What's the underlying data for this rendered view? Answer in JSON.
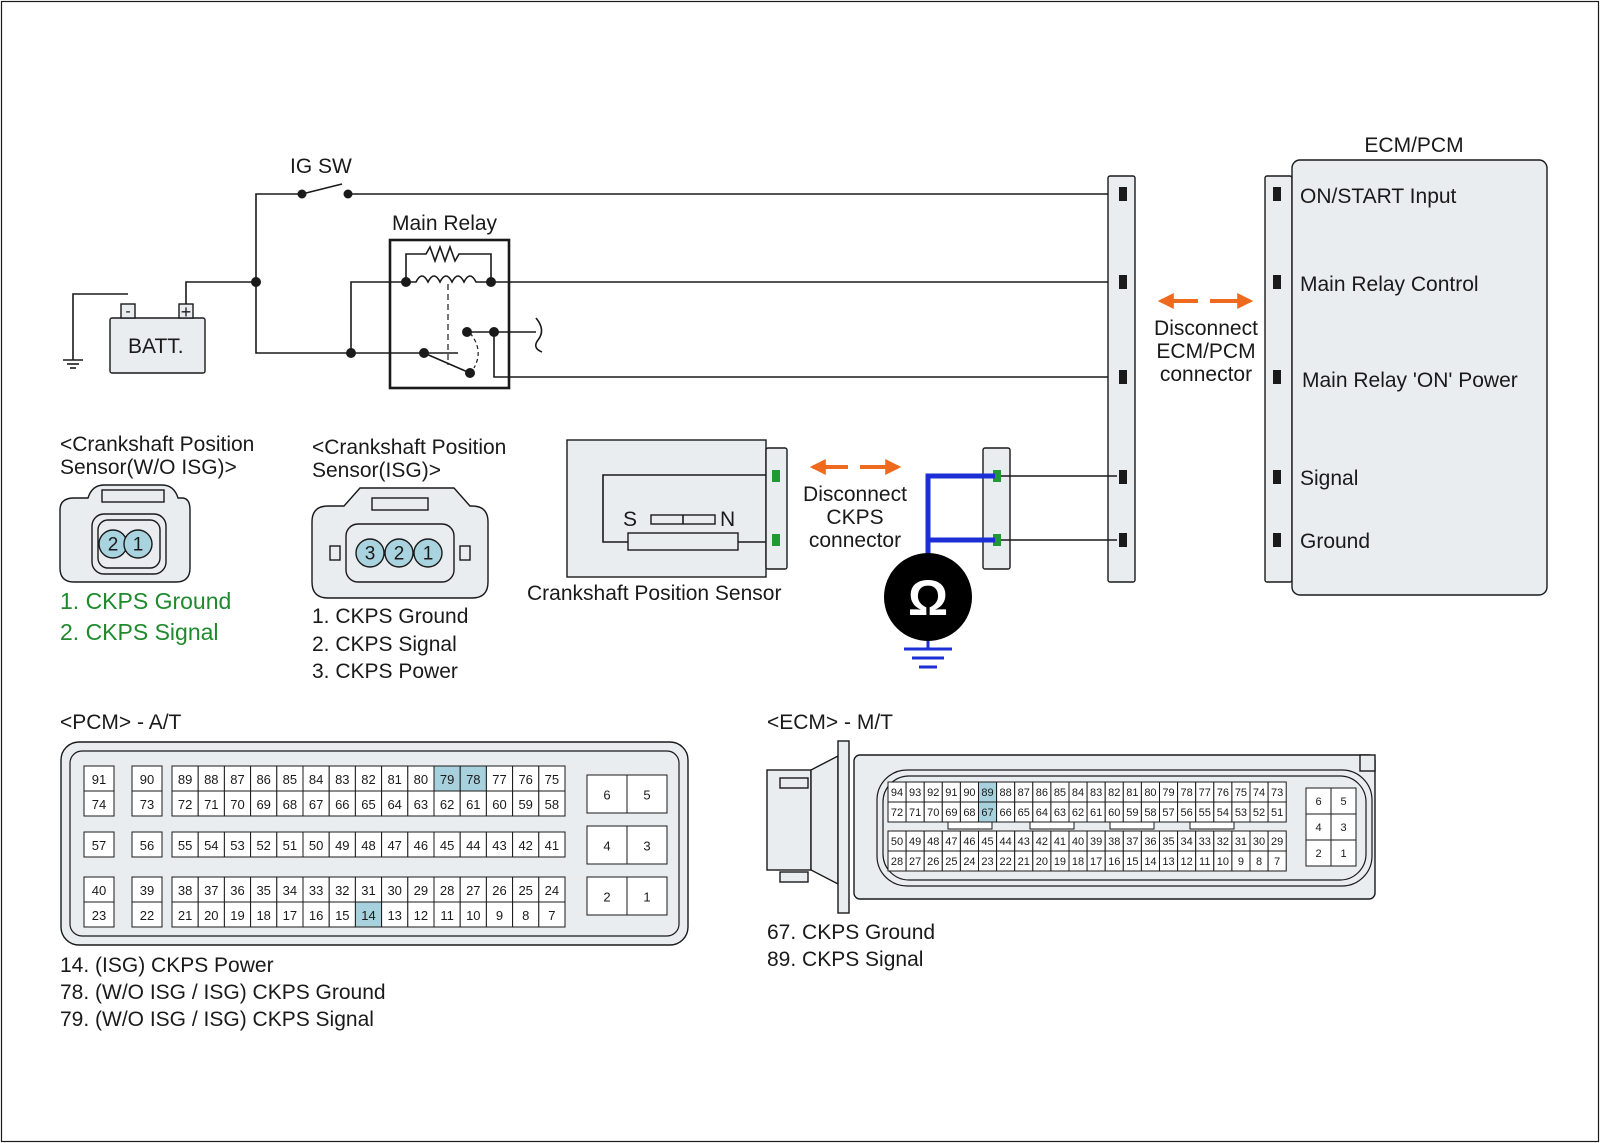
{
  "ig_sw": "IG SW",
  "main_relay": "Main Relay",
  "batt": "BATT.",
  "batt_minus": "-",
  "batt_plus": "+",
  "ecm_title": "ECM/PCM",
  "ecm_pins": [
    "ON/START Input",
    "Main Relay Control",
    "Main Relay 'ON' Power",
    "Signal",
    "Ground"
  ],
  "disconnect_ecm": [
    "Disconnect",
    "ECM/PCM",
    "connector"
  ],
  "disconnect_ckps": [
    "Disconnect",
    "CKPS",
    "connector"
  ],
  "sensor": {
    "label": "Crankshaft Position Sensor",
    "s": "S",
    "n": "N"
  },
  "ohm": "Ω",
  "wo_isg": {
    "title": [
      "<Crankshaft Position",
      "Sensor(W/O ISG)>"
    ],
    "pins": [
      "2",
      "1"
    ],
    "legend": [
      "1. CKPS Ground",
      "2. CKPS Signal"
    ]
  },
  "isg": {
    "title": [
      "<Crankshaft Position",
      "Sensor(ISG)>"
    ],
    "pins": [
      "3",
      "2",
      "1"
    ],
    "legend": [
      "1. CKPS Ground",
      "2. CKPS Signal",
      "3. CKPS Power"
    ]
  },
  "pcm": {
    "title": "<PCM> - A/T",
    "left_top": [
      [
        "91",
        "90"
      ],
      [
        "74",
        "73"
      ]
    ],
    "left_mid": [
      "57",
      "56"
    ],
    "left_bot": [
      [
        "40",
        "39"
      ],
      [
        "23",
        "22"
      ]
    ],
    "top_rows": [
      [
        "89",
        "88",
        "87",
        "86",
        "85",
        "84",
        "83",
        "82",
        "81",
        "80",
        "79",
        "78",
        "77",
        "76",
        "75"
      ],
      [
        "72",
        "71",
        "70",
        "69",
        "68",
        "67",
        "66",
        "65",
        "64",
        "63",
        "62",
        "61",
        "60",
        "59",
        "58"
      ]
    ],
    "mid_row": [
      "55",
      "54",
      "53",
      "52",
      "51",
      "50",
      "49",
      "48",
      "47",
      "46",
      "45",
      "44",
      "43",
      "42",
      "41"
    ],
    "bot_rows": [
      [
        "38",
        "37",
        "36",
        "35",
        "34",
        "33",
        "32",
        "31",
        "30",
        "29",
        "28",
        "27",
        "26",
        "25",
        "24"
      ],
      [
        "21",
        "20",
        "19",
        "18",
        "17",
        "16",
        "15",
        "14",
        "13",
        "12",
        "11",
        "10",
        "9",
        "8",
        "7"
      ]
    ],
    "right_blocks": [
      [
        "6",
        "5"
      ],
      [
        "4",
        "3"
      ],
      [
        "2",
        "1"
      ]
    ],
    "highlight": [
      "79",
      "78",
      "14"
    ],
    "legend": [
      "14. (ISG) CKPS Power",
      "78. (W/O ISG / ISG) CKPS Ground",
      "79. (W/O ISG / ISG) CKPS Signal"
    ]
  },
  "ecm": {
    "title": "<ECM> - M/T",
    "top_rows": [
      [
        "94",
        "93",
        "92",
        "91",
        "90",
        "89",
        "88",
        "87",
        "86",
        "85",
        "84",
        "83",
        "82",
        "81",
        "80",
        "79",
        "78",
        "77",
        "76",
        "75",
        "74",
        "73"
      ],
      [
        "72",
        "71",
        "70",
        "69",
        "68",
        "67",
        "66",
        "65",
        "64",
        "63",
        "62",
        "61",
        "60",
        "59",
        "58",
        "57",
        "56",
        "55",
        "54",
        "53",
        "52",
        "51"
      ]
    ],
    "bot_rows": [
      [
        "50",
        "49",
        "48",
        "47",
        "46",
        "45",
        "44",
        "43",
        "42",
        "41",
        "40",
        "39",
        "38",
        "37",
        "36",
        "35",
        "34",
        "33",
        "32",
        "31",
        "30",
        "29"
      ],
      [
        "28",
        "27",
        "26",
        "25",
        "24",
        "23",
        "22",
        "21",
        "20",
        "19",
        "18",
        "17",
        "16",
        "15",
        "14",
        "13",
        "12",
        "11",
        "10",
        "9",
        "8",
        "7"
      ]
    ],
    "right_grid": [
      [
        "6",
        "5"
      ],
      [
        "4",
        "3"
      ],
      [
        "2",
        "1"
      ]
    ],
    "highlight": [
      "89",
      "67"
    ],
    "legend": [
      "67. CKPS Ground",
      "89. CKPS Signal"
    ]
  },
  "colors": {
    "accent_orange": "#ee6a1f",
    "probe_blue": "#1c2fd6",
    "pin_green": "#1f9a33",
    "legend_green": "#1f8a2d",
    "pin_fill": "#a9d3de",
    "highlight": "#a7d1dc",
    "body_fill": "#e9edf0"
  }
}
